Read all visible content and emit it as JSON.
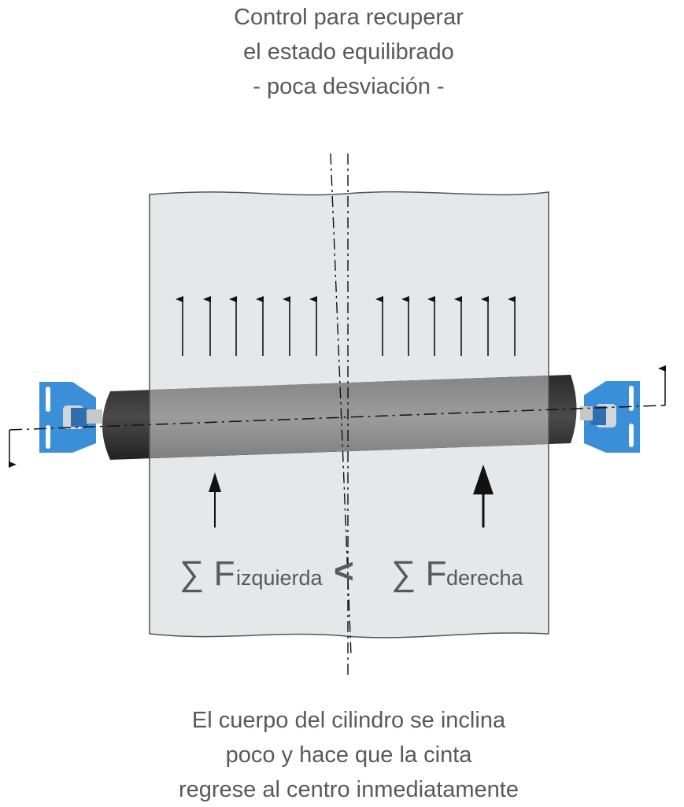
{
  "title": {
    "lines": [
      "Control para recuperar",
      "el estado equilibrado",
      "- poca desviación -"
    ]
  },
  "formula": {
    "left_symbol": "∑ F",
    "left_subscript": "izquierda",
    "operator": "<",
    "right_symbol": "∑ F",
    "right_subscript": "derecha"
  },
  "description": {
    "lines": [
      "El cuerpo del cilindro se inclina",
      "poco y hace que la cinta",
      "regrese al centro inmediatamente"
    ]
  },
  "colors": {
    "belt": "#e6e7e8",
    "roller": "#333333",
    "bracket": "#3a8fd8",
    "text": "#58595b"
  }
}
